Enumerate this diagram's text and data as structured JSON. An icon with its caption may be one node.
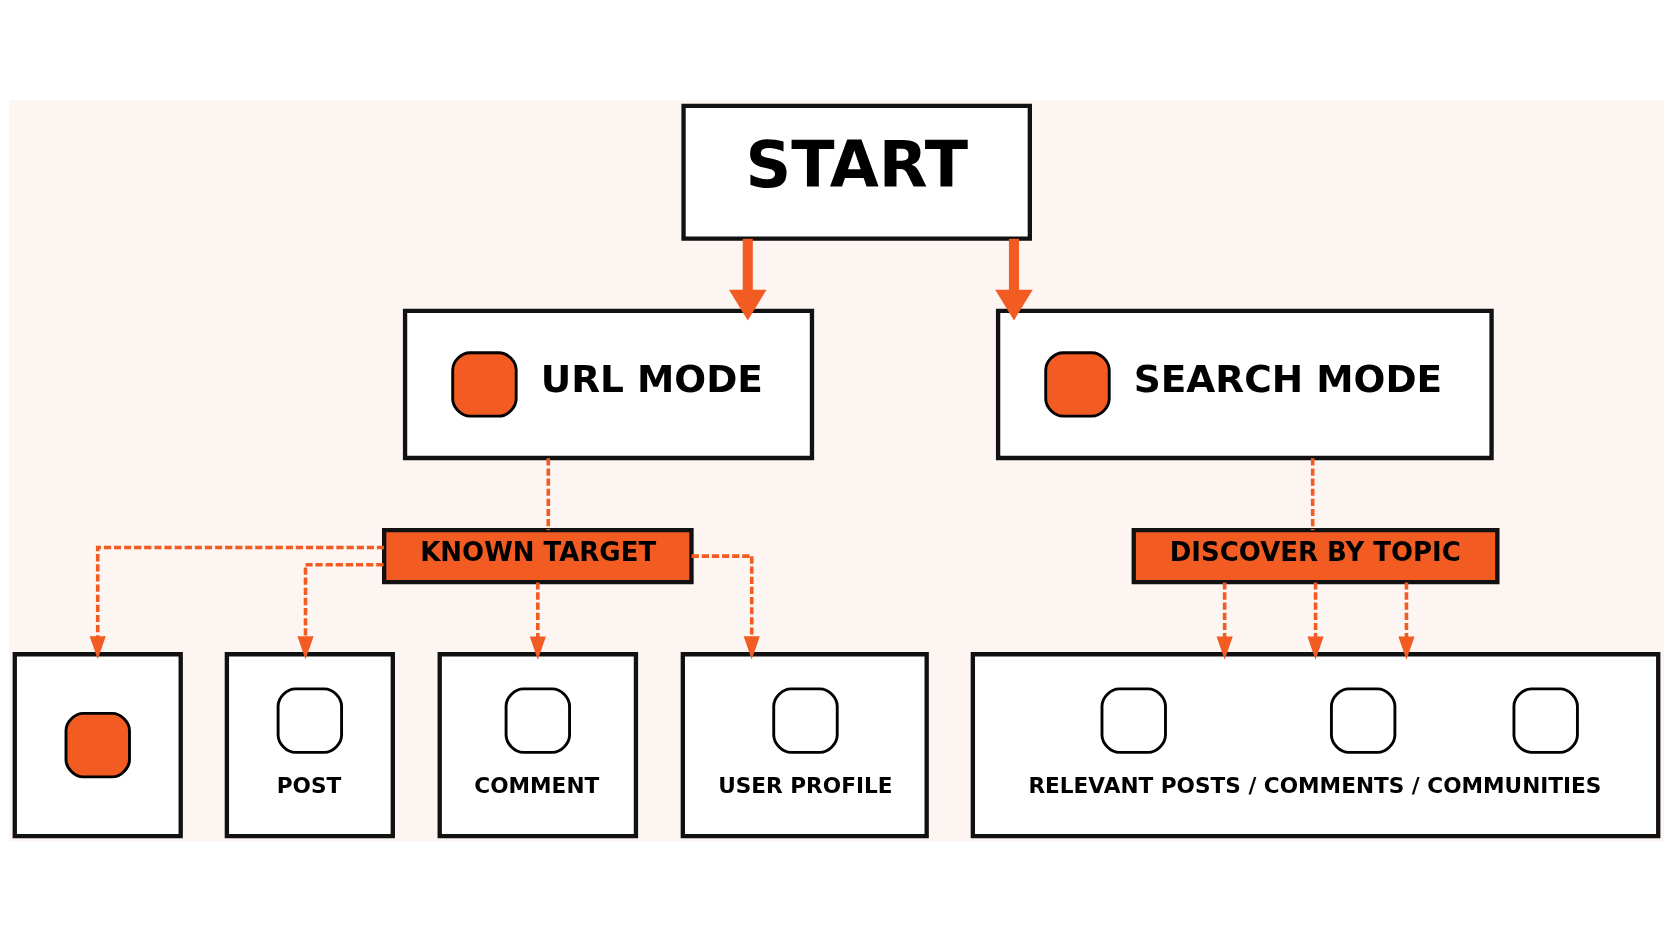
{
  "diagram": {
    "nodes": [
      {
        "text": [
          "START"
        ]
      },
      {
        "text": [
          "URL MODE"
        ]
      },
      {
        "text": [
          "SEARCH MODE"
        ]
      },
      {
        "text": [
          "KNOWN TARGET"
        ]
      },
      {
        "text": [
          "DISCOVER BY TOPIC"
        ]
      },
      {
        "text": [],
        "shape": "box"
      },
      {
        "text": [
          "POST"
        ]
      },
      {
        "text": [
          "COMMENT"
        ]
      },
      {
        "text": [
          "USER PROFILE"
        ]
      },
      {
        "text": [
          "RELEVANT POSTS / COMMENTS / COMMUNITIES"
        ]
      }
    ],
    "edges": [
      {
        "from": 0,
        "to": 1,
        "arrow": "to",
        "style": "thick"
      },
      {
        "from": 0,
        "to": 2,
        "arrow": "to",
        "style": "thick"
      },
      {
        "from": 1,
        "to": 3,
        "arrow": "none",
        "style": "dashed"
      },
      {
        "from": 2,
        "to": 4,
        "arrow": "none",
        "style": "dashed"
      },
      {
        "from": 3,
        "to": 5,
        "arrow": "to",
        "style": "dashed"
      },
      {
        "from": 3,
        "to": 6,
        "arrow": "to",
        "style": "dashed"
      },
      {
        "from": 3,
        "to": 7,
        "arrow": "to",
        "style": "dashed"
      },
      {
        "from": 3,
        "to": 8,
        "arrow": "to",
        "style": "dashed"
      },
      {
        "from": 4,
        "to": 9,
        "arrow": "to",
        "style": "dashed"
      },
      {
        "from": 4,
        "to": 9,
        "arrow": "to",
        "style": "dashed"
      },
      {
        "from": 4,
        "to": 9,
        "arrow": "to",
        "style": "dashed"
      }
    ]
  }
}
